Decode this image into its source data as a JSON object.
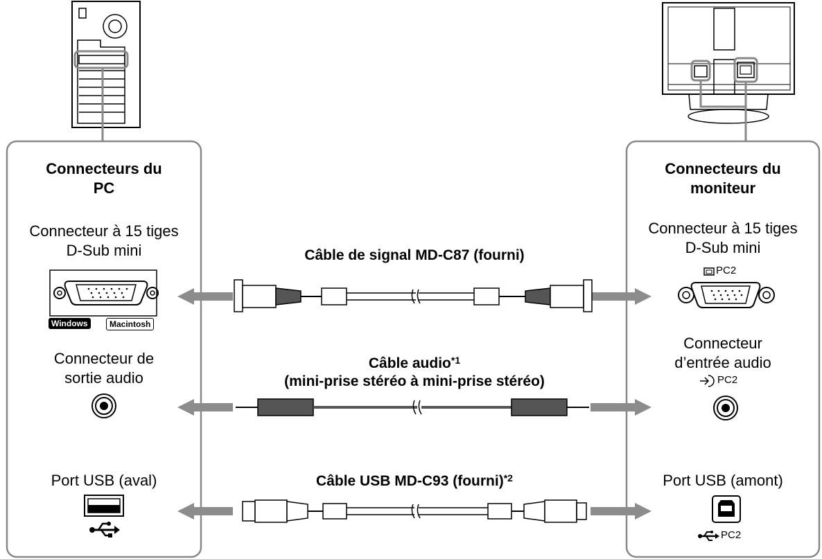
{
  "left_panel": {
    "title_line1": "Connecteurs du",
    "title_line2": "PC",
    "vga_label_line1": "Connecteur à 15 tiges",
    "vga_label_line2": "D-Sub mini",
    "os_windows": "Windows",
    "os_mac": "Macintosh",
    "audio_label_line1": "Connecteur de",
    "audio_label_line2": "sortie audio",
    "usb_label": "Port USB (aval)"
  },
  "right_panel": {
    "title_line1": "Connecteurs du",
    "title_line2": "moniteur",
    "vga_label_line1": "Connecteur à 15 tiges",
    "vga_label_line2": "D-Sub mini",
    "vga_port_tag": "PC2",
    "audio_label_line1": "Connecteur",
    "audio_label_line2": "d’entrée audio",
    "audio_port_tag": "PC2",
    "usb_label": "Port USB (amont)",
    "usb_port_tag": "PC2"
  },
  "cables": {
    "signal": "Câble de signal MD-C87 (fourni)",
    "audio_line1": "Câble audio",
    "audio_note": "*1",
    "audio_line2": "(mini-prise stéréo à mini-prise stéréo)",
    "usb": "Câble USB MD-C93 (fourni)",
    "usb_note": "*2"
  },
  "colors": {
    "border": "#888888",
    "arrow": "#8c8c8c",
    "cable_dark": "#555555"
  }
}
